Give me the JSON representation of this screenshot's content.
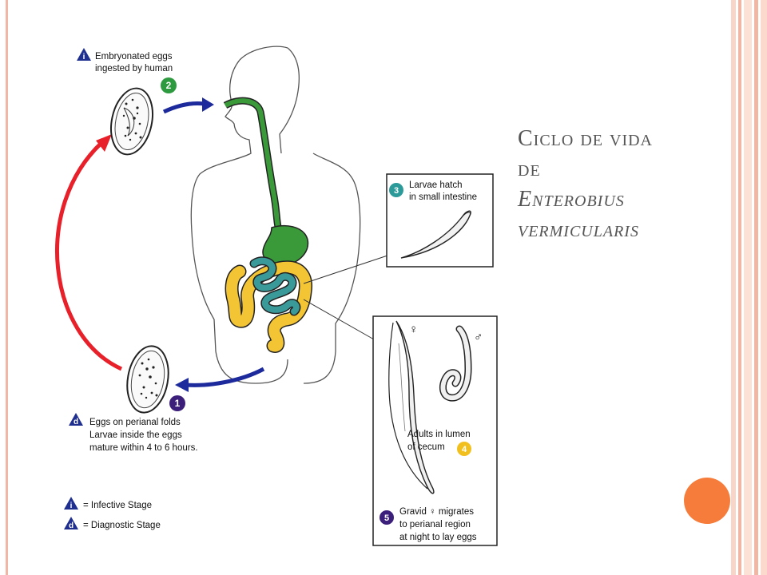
{
  "slide": {
    "title_line1": "Ciclo de vida",
    "title_line2": "de",
    "title_line3": "Enterobius",
    "title_line4": "vermicularis"
  },
  "diagram": {
    "step2_text_line1": "Embryonated eggs",
    "step2_text_line2": "ingested by human",
    "step2_number": "2",
    "stage_i_symbol": "i",
    "stage_d_symbol": "d",
    "step3_number": "3",
    "step3_text_line1": "Larvae hatch",
    "step3_text_line2": "in small intestine",
    "step1_number": "1",
    "step1_text_line1": "Eggs on perianal folds",
    "step1_text_line2": "Larvae inside the eggs",
    "step1_text_line3": "mature within 4 to 6 hours.",
    "female_symbol": "♀",
    "male_symbol": "♂",
    "step4_text_line1": "Adults in lumen",
    "step4_text_line2": "of cecum",
    "step4_number": "4",
    "step5_number": "5",
    "step5_text_line1": "Gravid ♀ migrates",
    "step5_text_line2": "to perianal region",
    "step5_text_line3": "at night to lay eggs",
    "legend_infective": "= Infective Stage",
    "legend_diagnostic": "= Diagnostic Stage"
  },
  "colors": {
    "infective_blue": "#1f2f8f",
    "step_green": "#2e9a3f",
    "step_teal": "#2d9a9a",
    "step_yellow": "#f2c01e",
    "step_purple": "#3b1f7a",
    "cycle_red": "#e8202a",
    "arrow_blue": "#1c2a9c",
    "gut_green": "#3a9a3a",
    "colon_yellow": "#f3c534",
    "intestine_teal": "#3a9a9a"
  }
}
